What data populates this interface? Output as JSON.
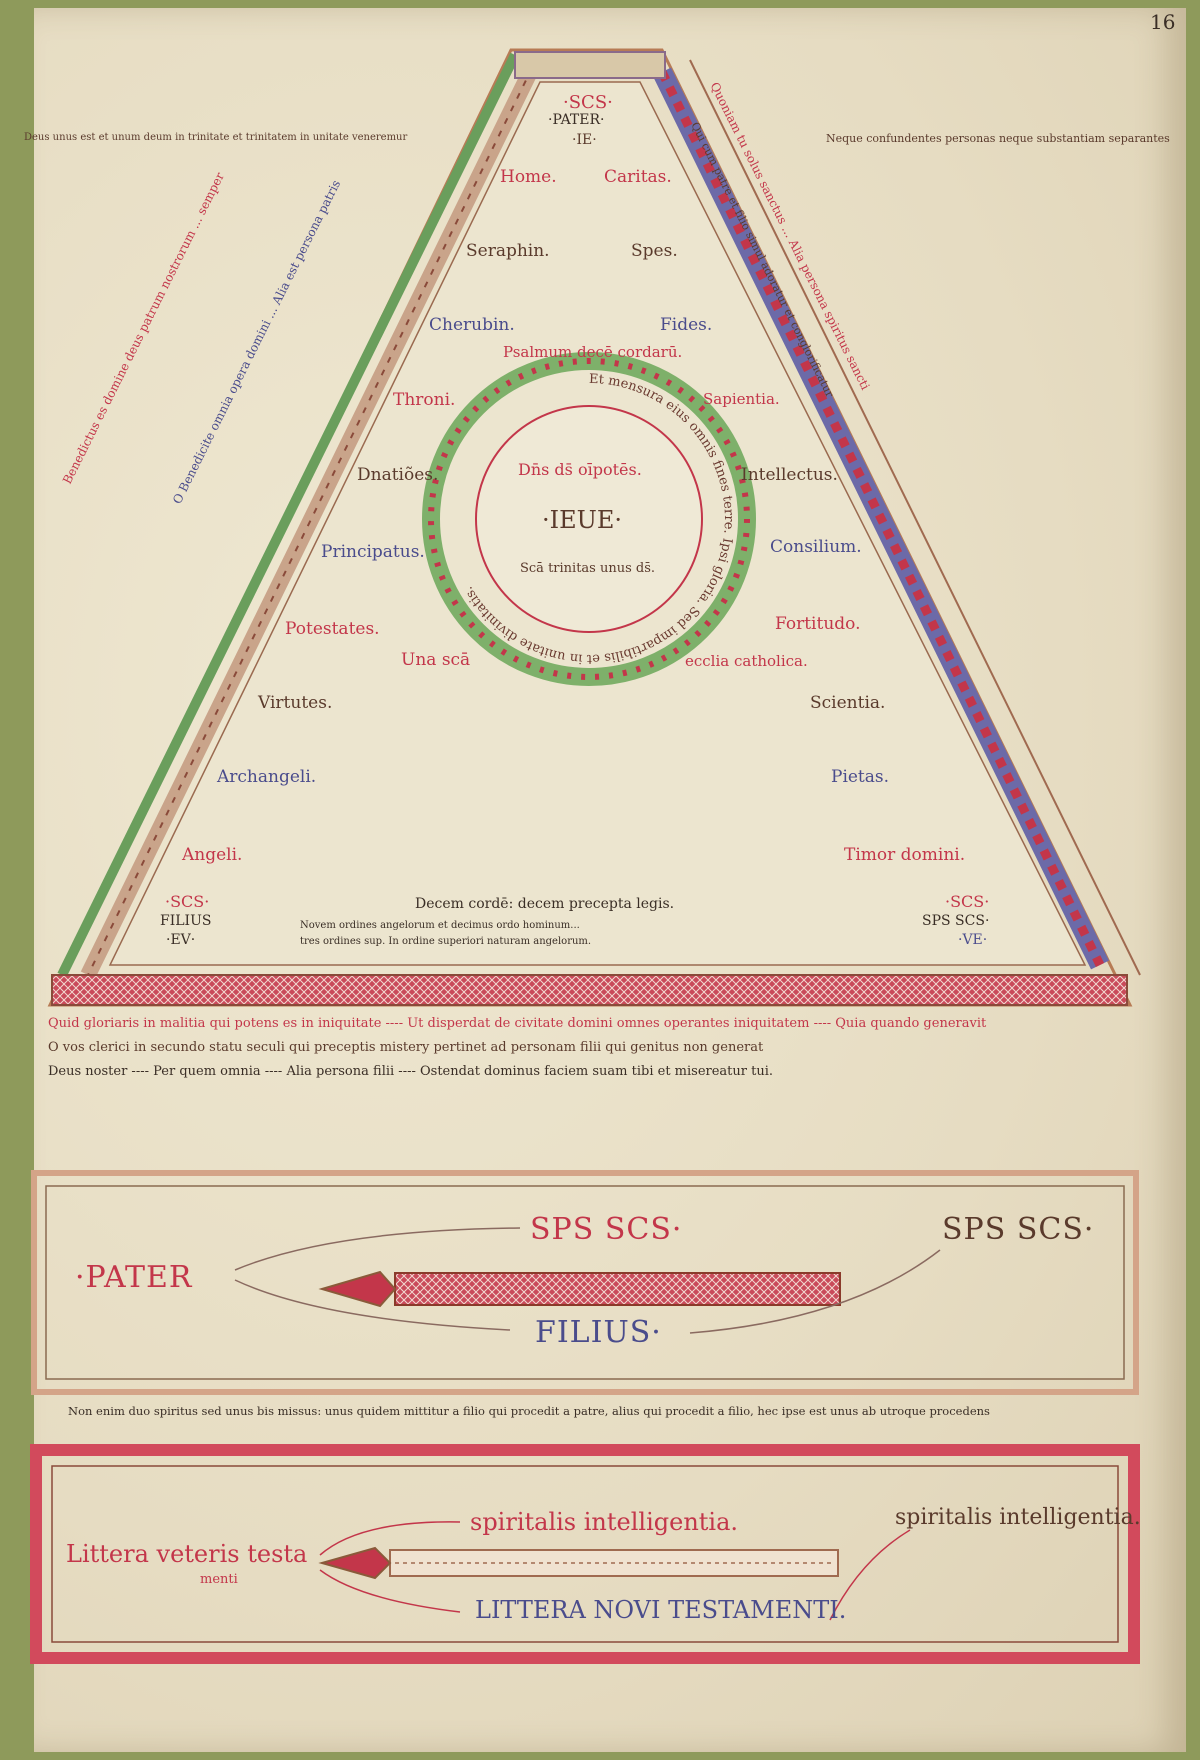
{
  "page_number": "16",
  "header": {
    "top_left_note": "Deus unus est et unum deum in trinitate et trinitatem in unitate veneremur",
    "top_right_note": "Neque confundentes personas neque substantiam separantes"
  },
  "triangle": {
    "apex": {
      "line1": "·SCS·",
      "line2": "·PATER·",
      "line3": "·IE·"
    },
    "left_orders": [
      "Home.",
      "Seraphin.",
      "Cherubin.",
      "Throni.",
      "Dnatiões.",
      "Principatus.",
      "Potestates.",
      "Virtutes.",
      "Archangeli.",
      "Angeli."
    ],
    "right_virtues": [
      "Caritas.",
      "Spes.",
      "Fides.",
      "Sapientia.",
      "Intellectus.",
      "Consilium.",
      "Fortitudo.",
      "Scientia.",
      "Pietas.",
      "Timor domini."
    ],
    "psalm": "Psalmum decē cordarū.",
    "church_left": "Una scā",
    "church_right": "ecclia catholica.",
    "bottom_left": {
      "line1": "·SCS·",
      "line2": "FILIUS",
      "line3": "·EV·"
    },
    "bottom_right": {
      "line1": "·SCS·",
      "line2": "SPS SCS·",
      "line3": "·VE·"
    },
    "decem": "Decem cordē: decem precepta legis.",
    "base_text_1": "Novem ordines angelorum et decimus ordo hominum...",
    "base_text_2": "tres ordines sup. In ordine superiori naturam angelorum."
  },
  "circle": {
    "center_name": "·IEUE·",
    "upper": "Dn̄s ds̄ oīpotēs.",
    "lower": "Scā trinitas unus ds̄.",
    "ring_text": "Et mensura eius omnis fines terre. Ipsi gloria. Sed impartibilis et in unitate divinitatis."
  },
  "margins": {
    "left_outer": "Benedictus es domine deus patrum nostrorum ... semper",
    "left_inner": "O Benedicite omnia opera domini ... Alia est persona patris",
    "right_outer": "Quoniam tu solus sanctus ... Alia persona spiritus sancti",
    "right_inner": "Qui cum patre et filio simul adoratur et conglorificatur"
  },
  "lower_lines": [
    "Quid gloriaris in malitia qui potens es in iniquitate ---- Ut disperdat de civitate domini omnes operantes iniquitatem ---- Quia quando generavit",
    "O vos clerici in secundo statu seculi qui preceptis mistery pertinet ad personam filii qui genitus non generat",
    "Deus noster ---- Per quem omnia ---- Alia persona filii ---- Ostendat dominus faciem suam tibi et misereatur tui."
  ],
  "box1": {
    "pater": "·PATER",
    "sps_scs": "SPS SCS·",
    "filius": "FILIUS·",
    "sps_scs_right": "SPS SCS·"
  },
  "middle_line": "Non enim duo spiritus sed unus bis missus: unus quidem mittitur a filio qui procedit a patre, alius qui procedit a filio, hec ipse est unus ab utroque procedens",
  "box2": {
    "vetus": "Littera veteris testa",
    "vetus_sub": "menti",
    "spiritalis": "spiritalis intelligentia.",
    "novi": "LITTERA NOVI TESTAMENTI.",
    "spiritalis_right": "spiritalis intelligentia."
  },
  "colors": {
    "red": "#c3364a",
    "blue": "#4a4c8c",
    "green": "#6a9e5c",
    "parchment": "#e9e1c9",
    "frame": "#8e9a5b"
  }
}
